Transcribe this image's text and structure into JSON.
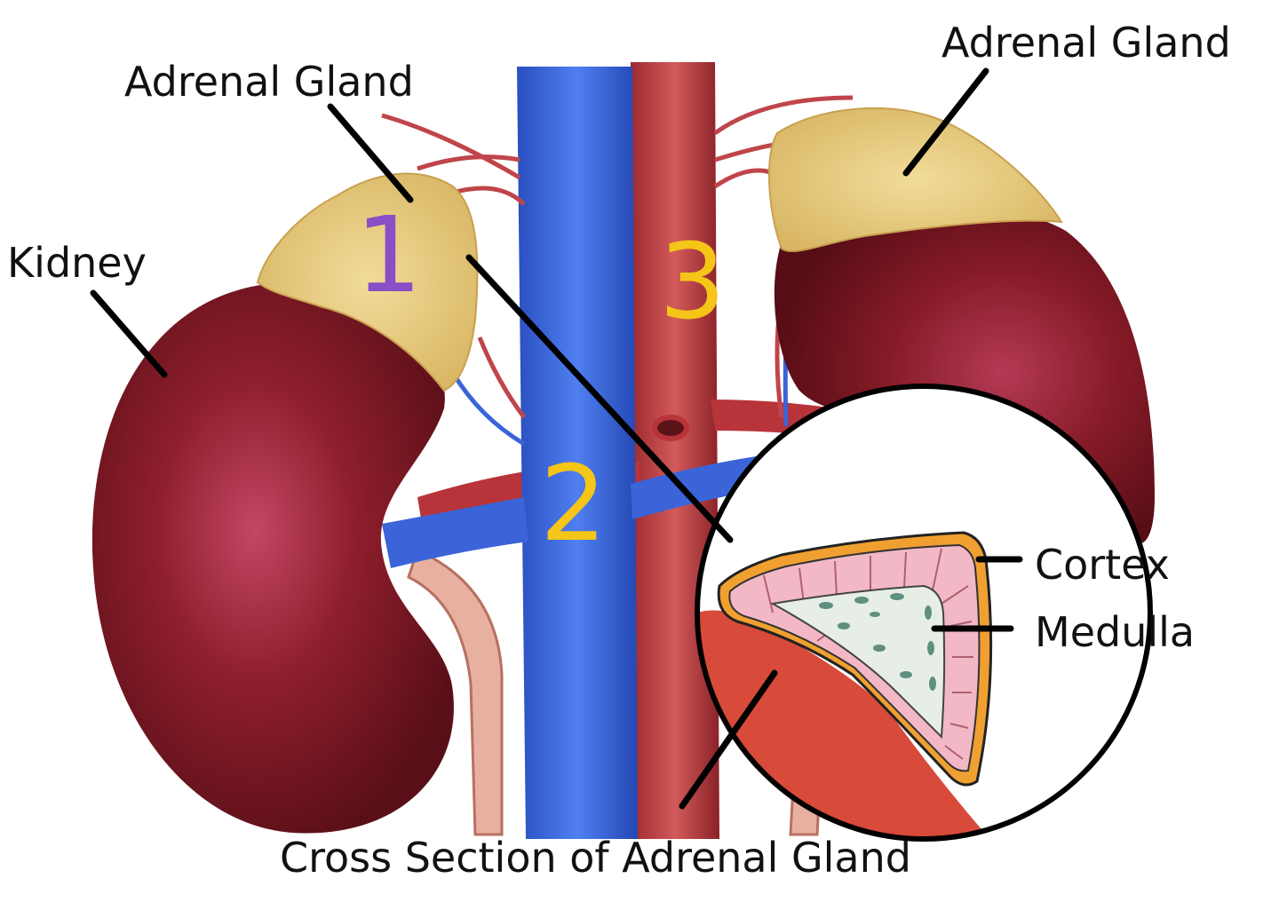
{
  "labels": {
    "adrenal_left": "Adrenal Gland",
    "adrenal_right": "Adrenal Gland",
    "kidney": "Kidney",
    "cortex": "Cortex",
    "medulla": "Medulla",
    "cross_section": "Cross Section of Adrenal Gland"
  },
  "numbers": {
    "n1": "1",
    "n2": "2",
    "n3": "3"
  },
  "colors": {
    "kidney": "#7a1620",
    "adrenal": "#e6c97a",
    "vein": "#3a64d8",
    "artery": "#b8343a",
    "n1": "#8a4fc6",
    "n2_n3": "#f5c518",
    "cortex_fill": "#f2b8c6",
    "capsule": "#f0a030"
  }
}
